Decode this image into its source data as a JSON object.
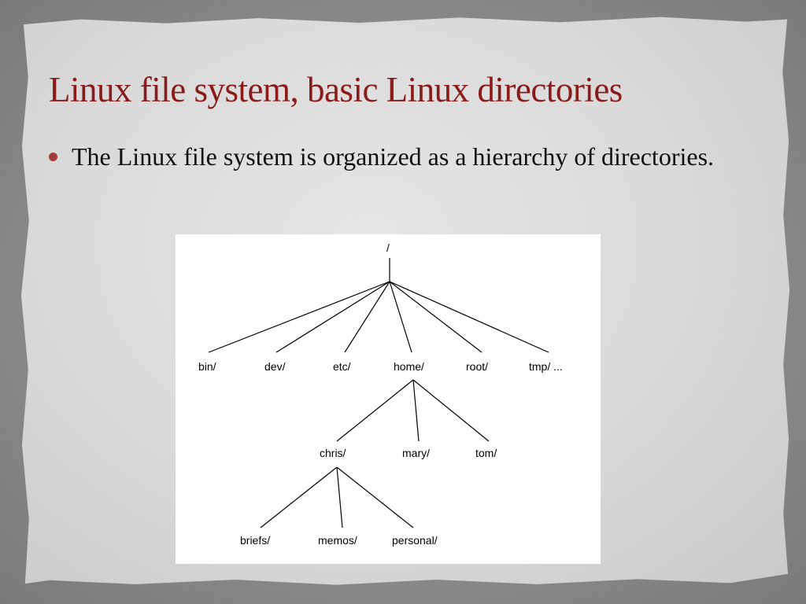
{
  "slide": {
    "title": "Linux file system, basic Linux directories",
    "bullets": [
      "The Linux file system is organized as a hierarchy of directories."
    ],
    "colors": {
      "title": "#8b1a1a",
      "bullet": "#a23a3a",
      "text": "#111111",
      "paper": "#dcdcdc",
      "background": "#8f8f8f"
    }
  },
  "tree": {
    "root": "/",
    "level1": [
      "bin/",
      "dev/",
      "etc/",
      "home/",
      "root/",
      "tmp/ ..."
    ],
    "home_children": [
      "chris/",
      "mary/",
      "tom/"
    ],
    "chris_children": [
      "briefs/",
      "memos/",
      "personal/"
    ]
  }
}
